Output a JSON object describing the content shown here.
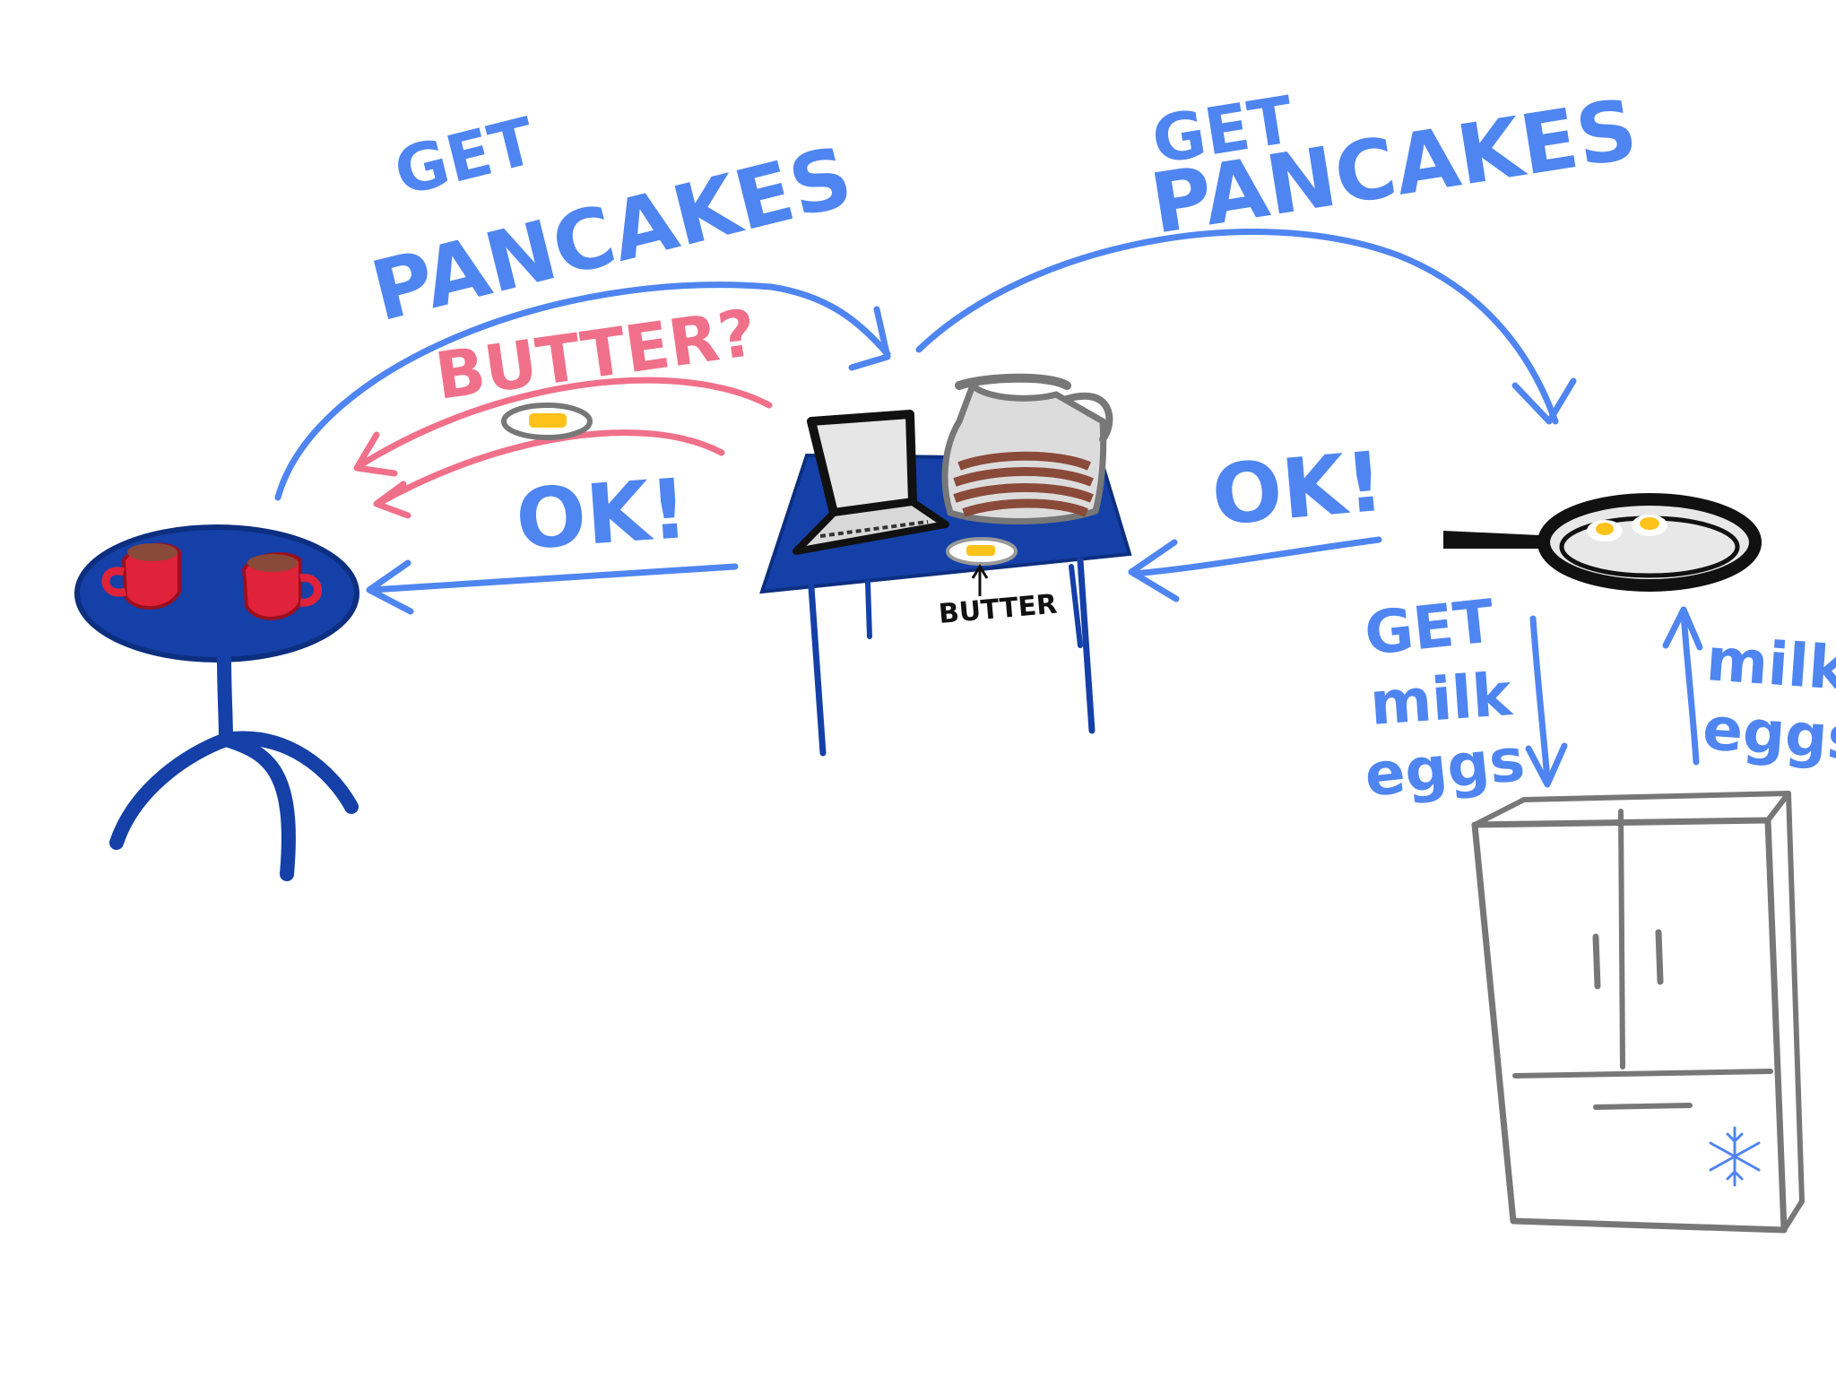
{
  "labels": {
    "left_get": "GET",
    "left_pancakes": "PANCAKES",
    "right_get": "GET",
    "right_pancakes": "PANCAKES",
    "butter_question": "BUTTER?",
    "left_ok": "OK!",
    "right_ok": "OK!",
    "butter_caption": "BUTTER",
    "fridge_get": "GET",
    "fridge_get_milk": "milk",
    "fridge_get_eggs": "eggs",
    "fridge_return_milk": "milk",
    "fridge_return_eggs": "eggs"
  },
  "colors": {
    "arrow_blue": "#4f85f0",
    "butter_pink": "#f0708a",
    "table_navy": "#1440a8",
    "mug_red": "#e0223a",
    "coffee_brown": "#8a4a3a",
    "fridge_gray": "#777777",
    "pan_black": "#111111",
    "yolk": "#ffc21a"
  },
  "icons": {
    "round_table": "cafe-table-icon",
    "mugs": "coffee-mug-icon",
    "counter": "counter-table-icon",
    "laptop": "laptop-icon",
    "pancakes": "pancake-stack-icon",
    "butter": "butter-dish-icon",
    "pan": "frying-pan-icon",
    "fridge": "fridge-icon",
    "snowflake": "snowflake-icon"
  }
}
